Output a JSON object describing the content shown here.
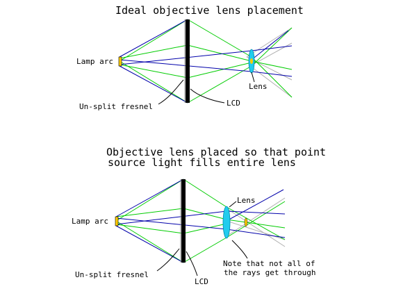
{
  "diagram1": {
    "title": "Ideal objective lens placement",
    "lamp_label": "Lamp arc",
    "lens_label": "Lens",
    "fresnel_label": "Un-split fresnel",
    "lcd_label": "LCD"
  },
  "diagram2": {
    "title_line1": "Objective lens placed so that point",
    "title_line2": "source light fills entire lens",
    "lamp_label": "Lamp arc",
    "lens_label": "Lens",
    "fresnel_label": "Un-split fresnel",
    "lcd_label": "LCD",
    "note_line1": "Note that not all of",
    "note_line2": "the rays get through"
  },
  "colors": {
    "green_ray": "#00cc00",
    "blue_ray": "#0000aa",
    "gray_ray": "#b0b0b0",
    "lens": "#22ccee",
    "lamp": "#ffcc00",
    "lcd": "#000000"
  }
}
